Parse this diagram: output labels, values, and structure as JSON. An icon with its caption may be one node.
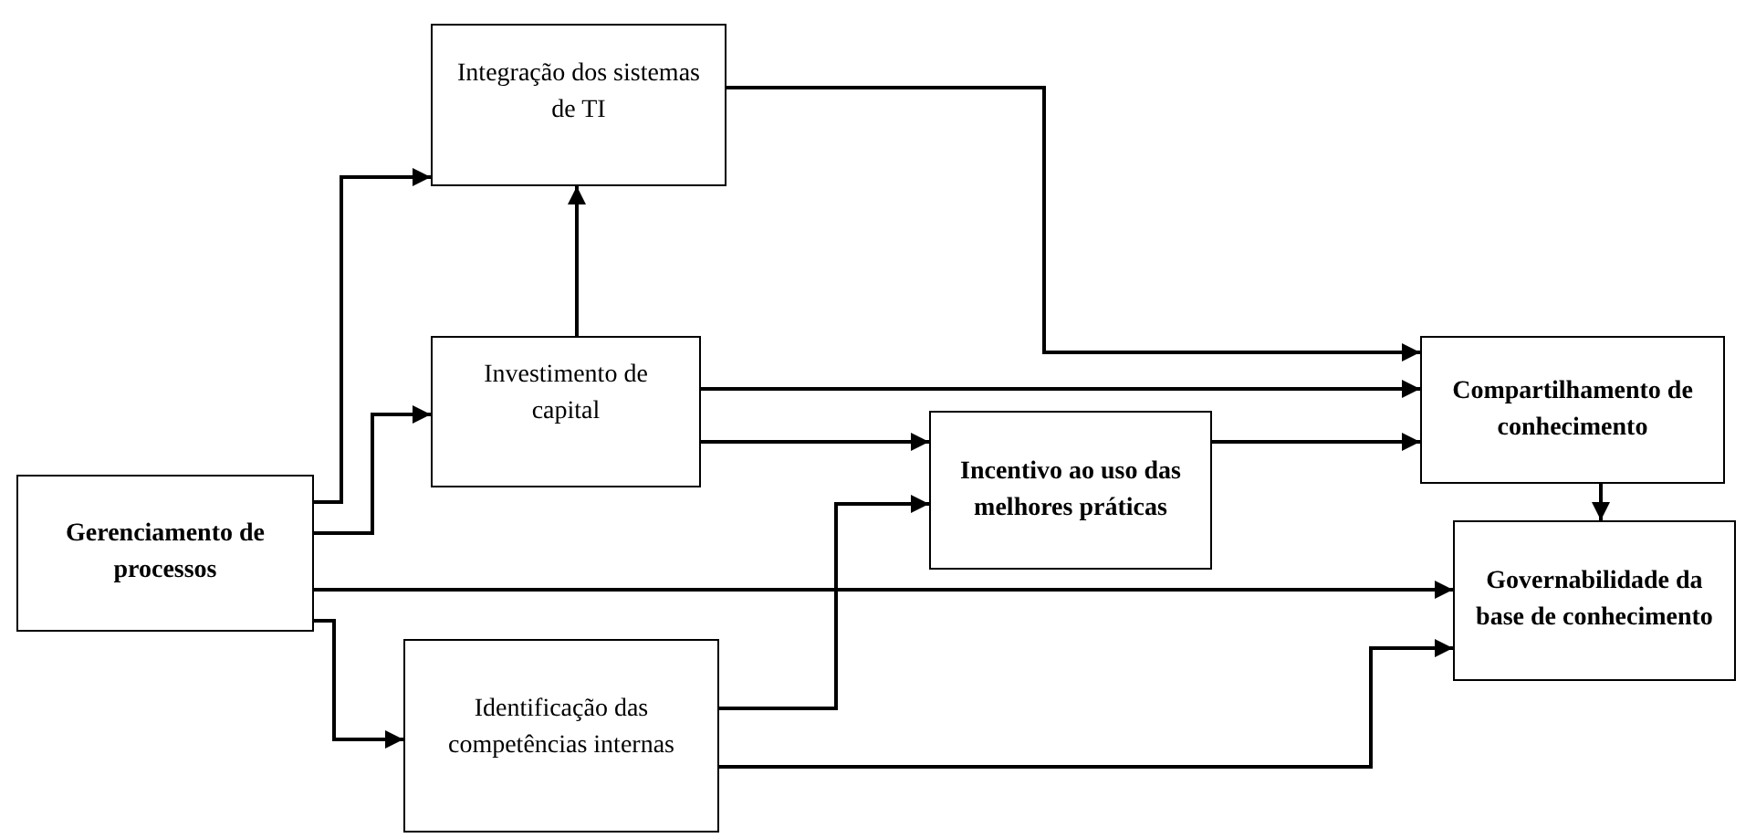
{
  "diagram": {
    "nodes": [
      {
        "text": [
          "Integração dos sistemas de TI"
        ]
      },
      {
        "text": [
          "Investimento de capital"
        ]
      },
      {
        "text": [
          "Gerenciamento de processos"
        ]
      },
      {
        "text": [
          "Incentivo ao uso das melhores práticas"
        ]
      },
      {
        "text": [
          "Compartilhamento de conhecimento"
        ]
      },
      {
        "text": [
          "Governabilidade da base de conhecimento"
        ]
      },
      {
        "text": [
          "Identificação das competências internas"
        ]
      }
    ],
    "edges": [
      {
        "from": 2,
        "to": 0,
        "arrow": "to"
      },
      {
        "from": 2,
        "to": 1,
        "arrow": "to"
      },
      {
        "from": 2,
        "to": 5,
        "arrow": "to"
      },
      {
        "from": 2,
        "to": 6,
        "arrow": "to"
      },
      {
        "from": 1,
        "to": 0,
        "arrow": "to"
      },
      {
        "from": 0,
        "to": 4,
        "arrow": "to"
      },
      {
        "from": 1,
        "to": 4,
        "arrow": "to"
      },
      {
        "from": 1,
        "to": 3,
        "arrow": "to"
      },
      {
        "from": 3,
        "to": 4,
        "arrow": "to"
      },
      {
        "from": 6,
        "to": 3,
        "arrow": "to"
      },
      {
        "from": 6,
        "to": 5,
        "arrow": "to"
      },
      {
        "from": 4,
        "to": 5,
        "arrow": "to"
      }
    ]
  }
}
